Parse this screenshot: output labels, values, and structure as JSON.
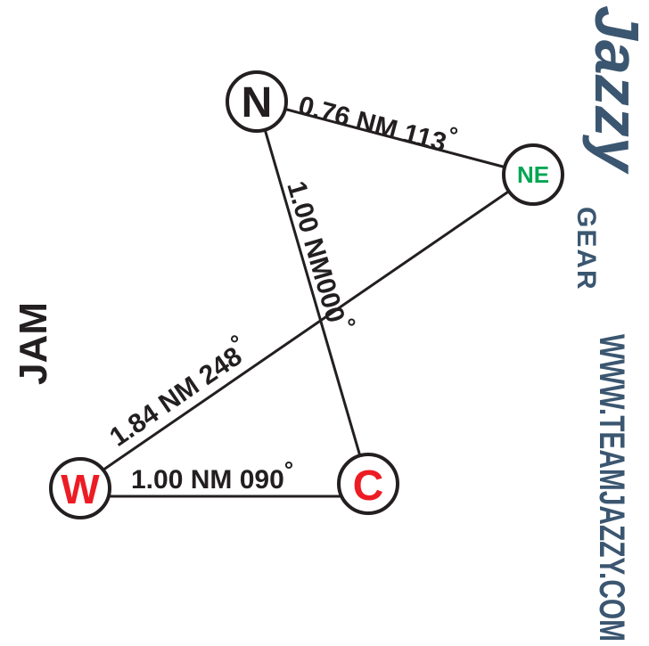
{
  "diagram": {
    "title": "JAM",
    "marks": {
      "N": {
        "label": "N",
        "color": "#231f20"
      },
      "NE": {
        "label": "NE",
        "color": "#00a651"
      },
      "W": {
        "label": "W",
        "color": "#ed1c24"
      },
      "C": {
        "label": "C",
        "color": "#ed1c24"
      }
    },
    "legs": {
      "n_ne": "0.76 NM 113",
      "n_c": "1.00 NM000",
      "ne_w": "1.84 NM 248",
      "w_c": "1.00 NM 090"
    },
    "degree_symbol": "°"
  },
  "branding": {
    "logo_script": "Jazzy",
    "logo_sub": "GEAR",
    "website": "WWW.TEAMJAZZY.COM",
    "brand_color": "#3b5670"
  }
}
